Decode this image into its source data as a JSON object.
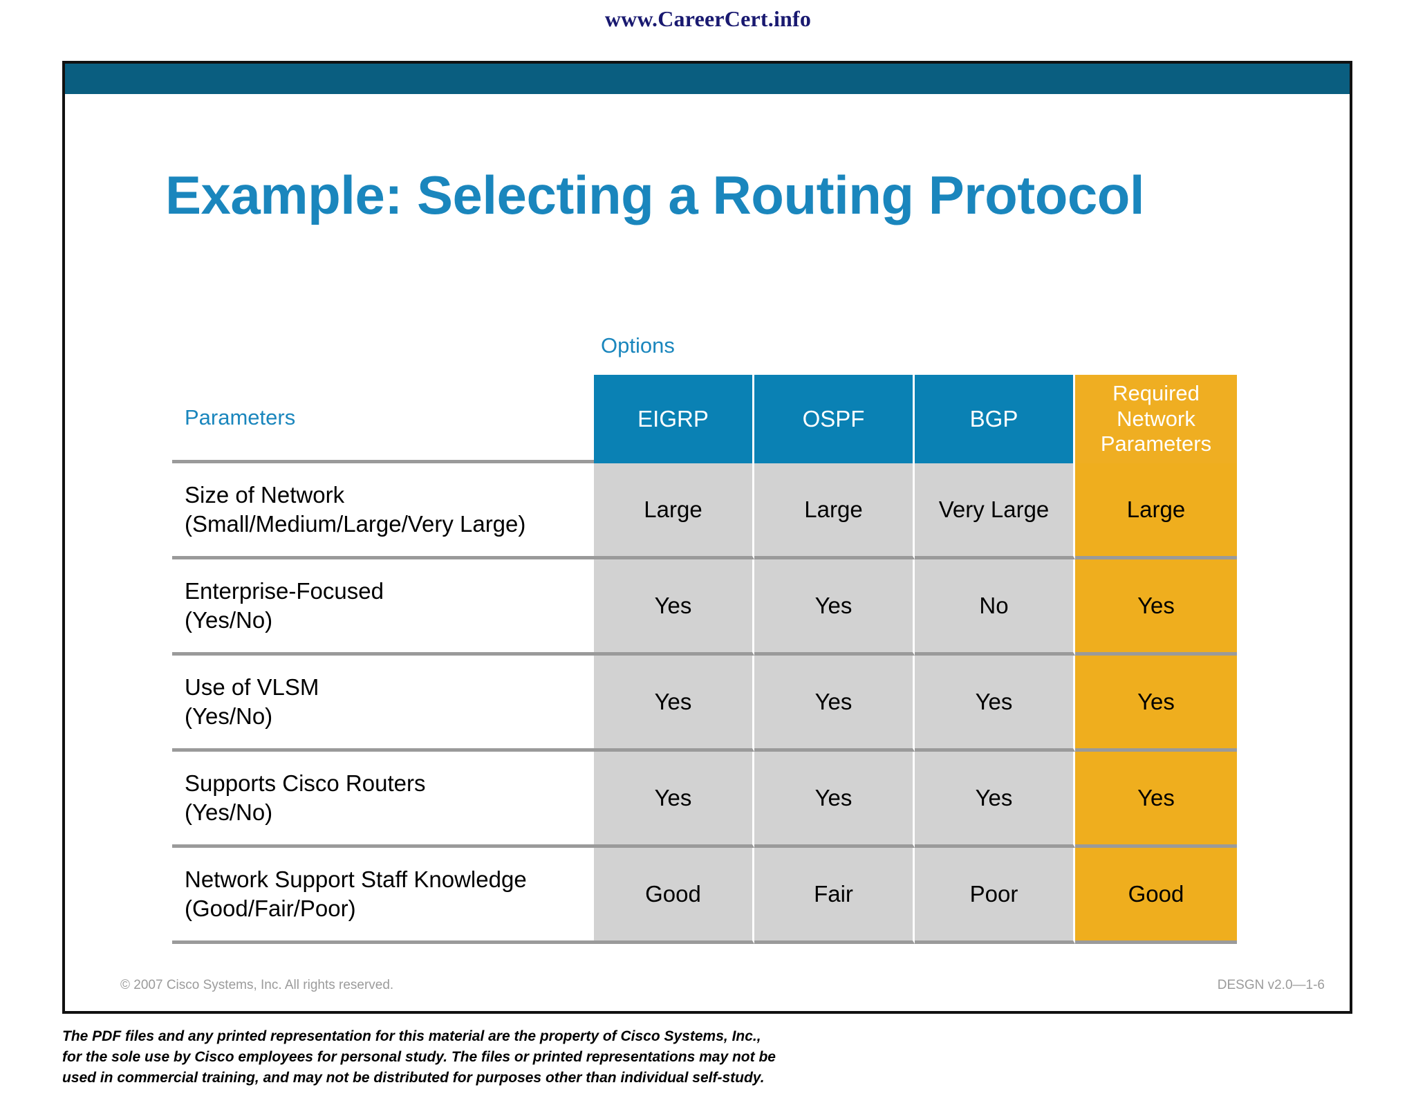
{
  "site_header": {
    "watermark": "www.CareerCert.info"
  },
  "slide": {
    "title": "Example: Selecting a Routing Protocol",
    "options_label": "Options",
    "parameters_label": "Parameters",
    "columns": [
      {
        "id": "eigrp",
        "label": "EIGRP",
        "kind": "option"
      },
      {
        "id": "ospf",
        "label": "OSPF",
        "kind": "option"
      },
      {
        "id": "bgp",
        "label": "BGP",
        "kind": "option"
      },
      {
        "id": "required",
        "label": "Required Network Parameters",
        "kind": "required"
      }
    ],
    "rows": [
      {
        "name": "Size of Network",
        "scale": "(Small/Medium/Large/Very Large)",
        "eigrp": "Large",
        "ospf": "Large",
        "bgp": "Very Large",
        "required": "Large"
      },
      {
        "name": "Enterprise-Focused",
        "scale": "(Yes/No)",
        "eigrp": "Yes",
        "ospf": "Yes",
        "bgp": "No",
        "required": "Yes"
      },
      {
        "name": "Use of VLSM",
        "scale": "(Yes/No)",
        "eigrp": "Yes",
        "ospf": "Yes",
        "bgp": "Yes",
        "required": "Yes"
      },
      {
        "name": "Supports Cisco Routers",
        "scale": "(Yes/No)",
        "eigrp": "Yes",
        "ospf": "Yes",
        "bgp": "Yes",
        "required": "Yes"
      },
      {
        "name": "Network Support Staff Knowledge",
        "scale": "(Good/Fair/Poor)",
        "eigrp": "Good",
        "ospf": "Fair",
        "bgp": "Poor",
        "required": "Good"
      }
    ],
    "footer": {
      "copyright": "© 2007 Cisco Systems, Inc. All rights reserved.",
      "course_code": "DESGN v2.0—1-6"
    }
  },
  "disclaimer": {
    "line1": "The PDF files and any printed representation for this material are the property of Cisco Systems, Inc.,",
    "line2": "for the sole use by Cisco employees for personal study. The files or printed representations may not be",
    "line3": "used in commercial training, and may not be distributed for purposes other than individual self-study."
  },
  "colors": {
    "title_blue": "#1a86bd",
    "topbar_teal": "#0a5e80",
    "header_blue": "#0a81b4",
    "required_orange": "#efae22",
    "data_gray": "#d2d2d2",
    "rule_gray": "#9a9a9a",
    "watermark_navy": "#191970"
  }
}
